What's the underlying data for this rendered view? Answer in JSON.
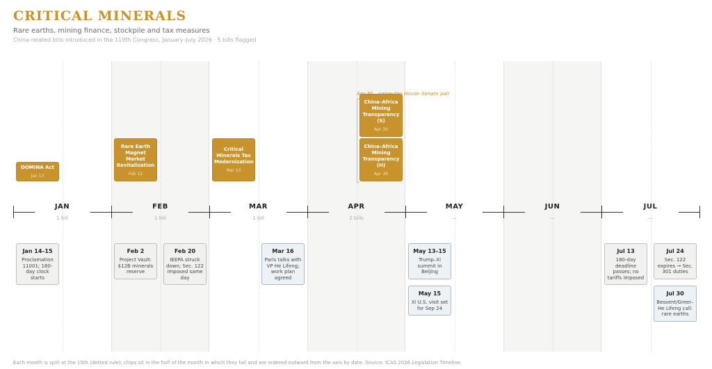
{
  "header": {
    "title": "CRITICAL MINERALS",
    "subtitle": "Rare earths, mining finance, stockpile and tax measures",
    "meta": "China-related bills introduced in the 119th Congress, January–July 2026  ·  5 bills flagged"
  },
  "footnote": "Each month is split at the 15th (dotted rule); chips sit in the half of the month in which they fall and are ordered outward from the axis by date.    Source: ICAS 2026 Legislation Timeline.",
  "annotation": {
    "pair_note": "Apr 30 – same-day House–Senate pair"
  },
  "colors": {
    "bill": "#c8922c",
    "event_gray": "#f1f1ef",
    "event_blue": "#edf2f6",
    "accent": "#c8922c"
  },
  "chart_data": {
    "type": "timeline",
    "months": [
      {
        "label": "JAN",
        "count": "1 bill",
        "shaded": false
      },
      {
        "label": "FEB",
        "count": "1 bill",
        "shaded": true
      },
      {
        "label": "MAR",
        "count": "1 bill",
        "shaded": false
      },
      {
        "label": "APR",
        "count": "2 bills",
        "shaded": true
      },
      {
        "label": "MAY",
        "count": "—",
        "shaded": false
      },
      {
        "label": "JUN",
        "count": "—",
        "shaded": true
      },
      {
        "label": "JUL",
        "count": "—",
        "shaded": false
      }
    ],
    "bills": [
      {
        "name": "DOMINA Act",
        "date": "Jan 13",
        "month": 0,
        "half": 0,
        "stack": 0
      },
      {
        "name": "Rare Earth Magnet Market Revitalization",
        "date": "Feb 12",
        "month": 1,
        "half": 0,
        "stack": 0
      },
      {
        "name": "Critical Minerals Tax Modernization",
        "date": "Mar 10",
        "month": 2,
        "half": 0,
        "stack": 0
      },
      {
        "name": "China–Africa Mining Transparency (H)",
        "date": "Apr 30",
        "month": 3,
        "half": 1,
        "stack": 0
      },
      {
        "name": "China–Africa Mining Transparency (S)",
        "date": "Apr 30",
        "month": 3,
        "half": 1,
        "stack": 1
      }
    ],
    "events": [
      {
        "date": "Jan 14–15",
        "text": "Proclamation 11001; 180-day clock starts",
        "month": 0,
        "half": 0,
        "stack": 0,
        "style": "gray"
      },
      {
        "date": "Feb 2",
        "text": "Project Vault: $12B minerals reserve",
        "month": 1,
        "half": 0,
        "stack": 0,
        "style": "gray"
      },
      {
        "date": "Feb 20",
        "text": "IEEPA struck down; Sec. 122 imposed same day",
        "month": 1,
        "half": 1,
        "stack": 0,
        "style": "gray"
      },
      {
        "date": "Mar 16",
        "text": "Paris talks with VP He Lifeng; work plan agreed",
        "month": 2,
        "half": 1,
        "stack": 0,
        "style": "blue"
      },
      {
        "date": "May 13–15",
        "text": "Trump–Xi summit in Beijing",
        "month": 4,
        "half": 0,
        "stack": 0,
        "style": "blue"
      },
      {
        "date": "May 15",
        "text": "Xi U.S. visit set for Sep 24",
        "month": 4,
        "half": 0,
        "stack": 1,
        "style": "blue"
      },
      {
        "date": "Jul 13",
        "text": "180-day deadline passes; no tariffs imposed",
        "month": 6,
        "half": 0,
        "stack": 0,
        "style": "gray"
      },
      {
        "date": "Jul 24",
        "text": "Sec. 122 expires → Sec. 301 duties",
        "month": 6,
        "half": 1,
        "stack": 0,
        "style": "gray"
      },
      {
        "date": "Jul 30",
        "text": "Bessent/Greer–He Lifeng call: rare earths",
        "month": 6,
        "half": 1,
        "stack": 1,
        "style": "blue"
      }
    ]
  }
}
